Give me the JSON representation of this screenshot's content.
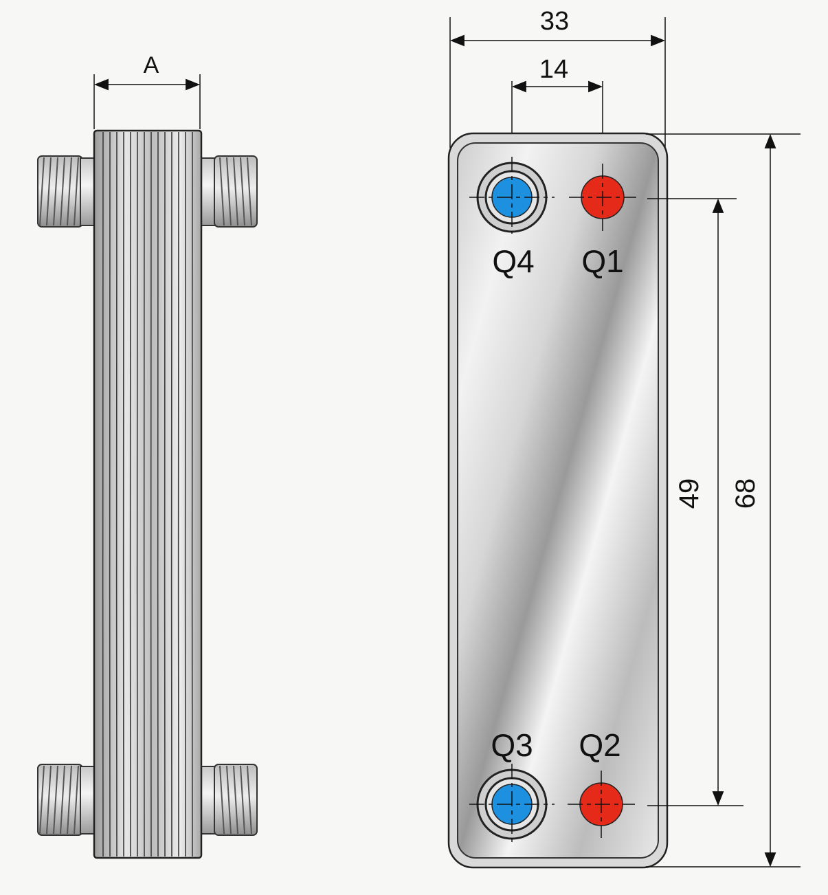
{
  "side_view": {
    "thickness_label": "A"
  },
  "front_view": {
    "width_label": "33",
    "port_spacing_label": "14",
    "height_label": "68",
    "port_vertical_spacing_label": "49",
    "ports": [
      {
        "label": "Q4",
        "color": "#1e90e0"
      },
      {
        "label": "Q1",
        "color": "#e52a1a"
      },
      {
        "label": "Q3",
        "color": "#1e90e0"
      },
      {
        "label": "Q2",
        "color": "#e52a1a"
      }
    ]
  },
  "colors": {
    "cold_port": "#1e90e0",
    "hot_port": "#e52a1a",
    "line": "#111111"
  }
}
